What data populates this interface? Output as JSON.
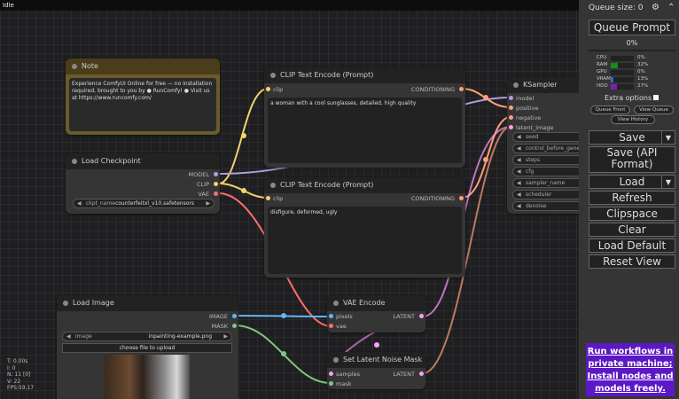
{
  "window": {
    "title": "Idle"
  },
  "stats": {
    "t": "T: 0.00s",
    "i": "I: 0",
    "n": "N: 11 [0]",
    "v": "V: 22",
    "fps": "FPS:59.17"
  },
  "nodes": {
    "note": {
      "title": "Note",
      "text": "Experience ComfyUI Online for free — no installation required, brought to you by ● RunComfy! ● Visit us at https://www.runcomfy.com/"
    },
    "load_checkpoint": {
      "title": "Load Checkpoint",
      "out_model": "MODEL",
      "out_clip": "CLIP",
      "out_vae": "VAE",
      "widget_label": "ckpt_name",
      "widget_value": "counterfeitxl_v10.safetensors"
    },
    "clip_pos": {
      "title": "CLIP Text Encode (Prompt)",
      "in_clip": "clip",
      "out": "CONDITIONING",
      "text": "a woman with a cool sunglasses, detailed, high quality"
    },
    "clip_neg": {
      "title": "CLIP Text Encode (Prompt)",
      "in_clip": "clip",
      "out": "CONDITIONING",
      "text": "disfigure, deformed, ugly"
    },
    "ksampler": {
      "title": "KSampler",
      "inputs": [
        "model",
        "positive",
        "negative",
        "latent_image"
      ],
      "widgets": [
        "seed",
        "control_before_gener",
        "steps",
        "cfg",
        "sampler_name",
        "scheduler",
        "denoise"
      ]
    },
    "load_image": {
      "title": "Load Image",
      "out_image": "IMAGE",
      "out_mask": "MASK",
      "widget_label": "image",
      "widget_value": "inpainting-example.png",
      "upload_label": "choose file to upload"
    },
    "vae_encode": {
      "title": "VAE Encode",
      "in_pixels": "pixels",
      "in_vae": "vae",
      "out": "LATENT"
    },
    "set_latent_mask": {
      "title": "Set Latent Noise Mask",
      "in_samples": "samples",
      "in_mask": "mask",
      "out": "LATENT"
    }
  },
  "sidebar": {
    "queue_size": "Queue size: 0",
    "queue_prompt": "Queue Prompt",
    "progress": "0%",
    "resources": [
      {
        "name": "CPU",
        "value": "0%",
        "fraction": 0.0,
        "color": "#1e8a1e"
      },
      {
        "name": "RAM",
        "value": "32%",
        "fraction": 0.32,
        "color": "#1e8a1e"
      },
      {
        "name": "GPU",
        "value": "0%",
        "fraction": 0.0,
        "color": "#1e8a1e"
      },
      {
        "name": "VRAM",
        "value": "13%",
        "fraction": 0.13,
        "color": "#1f6fd1"
      },
      {
        "name": "HDD",
        "value": "27%",
        "fraction": 0.27,
        "color": "#7a1fb5"
      }
    ],
    "extra_options": "Extra options",
    "queue_front": "Queue Front",
    "view_queue": "View Queue",
    "view_history": "View History",
    "save": "Save",
    "save_api": "Save (API Format)",
    "load": "Load",
    "refresh": "Refresh",
    "clipspace": "Clipspace",
    "clear": "Clear",
    "load_default": "Load Default",
    "reset_view": "Reset View",
    "promo": "Run workflows in private machine; Install nodes and models freely."
  },
  "colors": {
    "clip_wire": "#f5d36b",
    "vae_wire": "#ff6e6e",
    "model_wire": "#b39ddb",
    "cond_wire": "#ffa07a",
    "image_wire": "#64b5f6",
    "mask_wire": "#81c784",
    "latent_wire": "#ff9cf9"
  }
}
